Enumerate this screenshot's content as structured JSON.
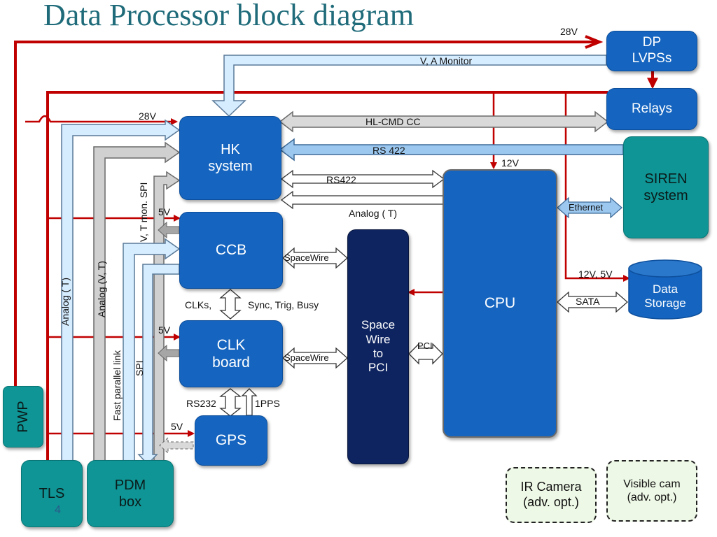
{
  "title": "Data Processor block diagram",
  "blocks": {
    "dp_lvpss": [
      "DP",
      "LVPSs"
    ],
    "relays": "Relays",
    "siren": [
      "SIREN",
      "system"
    ],
    "hk": [
      "HK",
      "system"
    ],
    "ccb": "CCB",
    "clk": [
      "CLK",
      "board"
    ],
    "gps": "GPS",
    "spw_pci": [
      "Space",
      "Wire",
      "to",
      "PCI"
    ],
    "cpu": "CPU",
    "data_storage": [
      "Data",
      "Storage"
    ],
    "pwp": "PWP",
    "tls": "TLS",
    "pdm": [
      "PDM",
      "box"
    ],
    "ir_camera": [
      "IR Camera",
      "(adv. opt.)"
    ],
    "visible_cam": [
      "Visible cam",
      "(adv. opt.)"
    ]
  },
  "labels": {
    "v28_top": "28V",
    "va_monitor": "V, A  Monitor",
    "v28_hk": "28V",
    "hl_cmd": "HL-CMD  CC",
    "rs422_siren": "RS 422",
    "v12_cpu": "12V",
    "rs422_cpu": "RS422",
    "analog_t": "Analog ( T)",
    "ethernet": "Ethernet",
    "v5_ccb": "5V",
    "spacewire_ccb": "SpaceWire",
    "v12_5": "12V, 5V",
    "clks": "CLKs,",
    "sync": "Sync, Trig, Busy",
    "sata": "SATA",
    "v5_clk": "5V",
    "pci": "PCI",
    "spacewire_clk": "SpaceWire",
    "rs232": "RS232",
    "pps": "1PPS",
    "v5_gps": "5V",
    "analog_t_vert": "Analog ( T)",
    "analog_vt_vert": "Analog (V, T)",
    "vt_mon_spi": "V, T mon. SPI",
    "fast_parallel": "Fast parallel link",
    "spi": "SPI",
    "page_number": "4"
  },
  "colors": {
    "title": "#1f6b7a",
    "power_line": "#c00000",
    "block_blue": "#1565c0",
    "block_teal": "#0f9595",
    "block_navy": "#0e2460",
    "light_blue_bus": "#d6ecff",
    "grey_bus": "#d0d0d0",
    "rs422_bus": "#9cc8f0"
  }
}
